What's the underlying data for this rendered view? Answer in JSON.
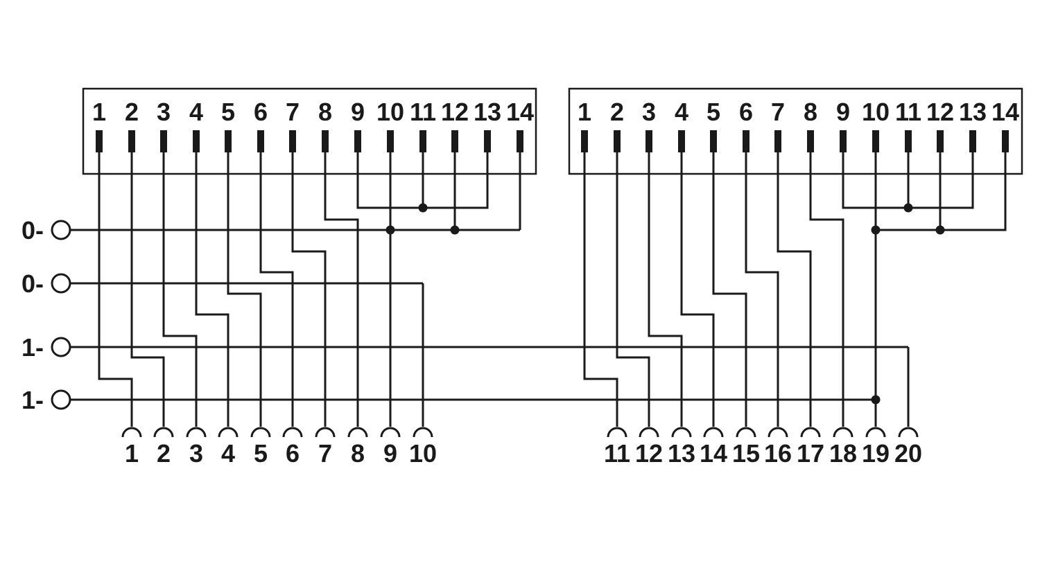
{
  "connector_left": {
    "pin_labels": [
      "1",
      "2",
      "3",
      "4",
      "5",
      "6",
      "7",
      "8",
      "9",
      "10",
      "11",
      "12",
      "13",
      "14"
    ]
  },
  "connector_right": {
    "pin_labels": [
      "1",
      "2",
      "3",
      "4",
      "5",
      "6",
      "7",
      "8",
      "9",
      "10",
      "11",
      "12",
      "13",
      "14"
    ]
  },
  "terminals": [
    {
      "label": "0-"
    },
    {
      "label": "0-"
    },
    {
      "label": "1-"
    },
    {
      "label": "1-"
    }
  ],
  "outputs_left": [
    "1",
    "2",
    "3",
    "4",
    "5",
    "6",
    "7",
    "8",
    "9",
    "10"
  ],
  "outputs_right": [
    "11",
    "12",
    "13",
    "14",
    "15",
    "16",
    "17",
    "18",
    "19",
    "20"
  ]
}
